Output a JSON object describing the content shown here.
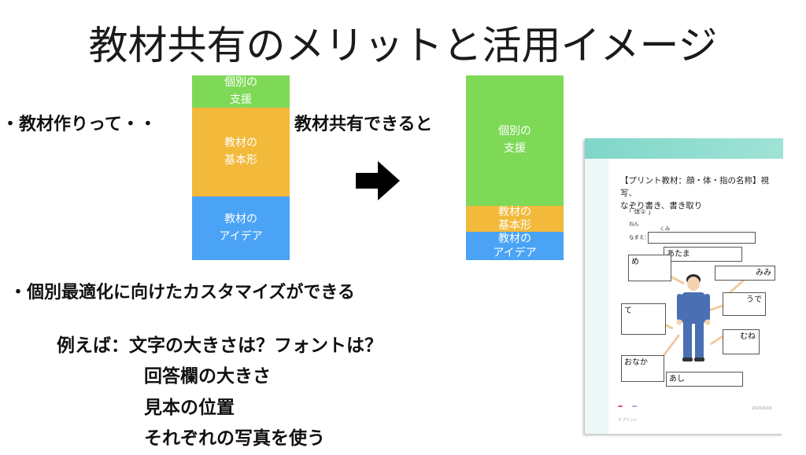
{
  "title": "教材共有のメリットと活用イメージ",
  "left_bullet": "・教材作りって・・",
  "middle_text": "教材共有できると",
  "before_stack": {
    "support": [
      "個別の",
      "支援"
    ],
    "basic": [
      "教材の",
      "基本形"
    ],
    "idea": [
      "教材の",
      "アイデア"
    ]
  },
  "after_stack": {
    "support": [
      "個別の",
      "支援"
    ],
    "basic": [
      "教材の",
      "基本形"
    ],
    "idea": [
      "教材の",
      "アイデア"
    ]
  },
  "customize_bullet": "・個別最適化に向けたカスタマイズができる",
  "examples": {
    "lead": "例えば：文字の大きさは？フォントは？",
    "items": [
      "回答欄の大きさ",
      "見本の位置",
      "それぞれの写真を使う"
    ]
  },
  "worksheet": {
    "title_line1": "【プリント教材：顔・体・指の名称】視写、",
    "title_line2": "なぞり書き、書き取り",
    "subtitle": "「 体① 」",
    "nen": "ねん",
    "kumi": "くみ",
    "namae": "なまえ：",
    "labels": [
      "あたま",
      "め",
      "みみ",
      "うで",
      "て",
      "むね",
      "おなか",
      "あし"
    ],
    "footer_date": "2020/4/16",
    "footer_note": "ナプリント"
  },
  "colors": {
    "green": "#7ed957",
    "orange": "#f2b93b",
    "blue": "#4aa3f5"
  },
  "icons": {
    "arrow": "right-arrow-icon"
  }
}
